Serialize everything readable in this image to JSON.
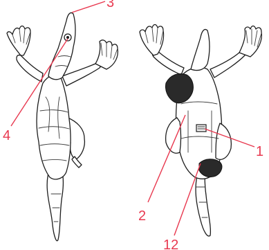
{
  "figure": {
    "callouts": {
      "c3": "3",
      "c4": "4",
      "c1": "1",
      "c2": "2",
      "c12": "12"
    },
    "colors": {
      "callout": "#e8384f",
      "outline": "#1c1c1c",
      "marker": "#2a2a2a"
    }
  }
}
